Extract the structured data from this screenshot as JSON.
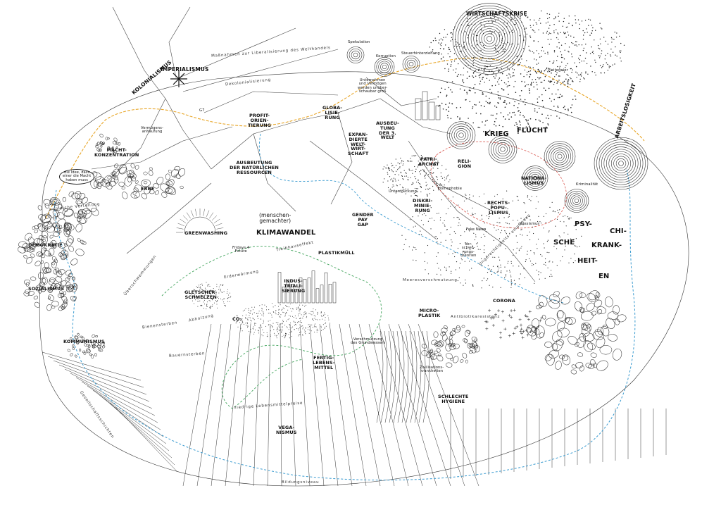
{
  "labels": {
    "wirtschaftskrise": "WIRTSCHAFTSKRISE",
    "imperialismus": "IMPERIALISMUS",
    "kolonialismus": "KOLONIALISMUS",
    "massnahmen": "Maßnahmen zur Liberalisierung des Welthandels",
    "dekolonialisierung": "Dekolonialisierung",
    "g7": "G7",
    "vermoegensanhaeufung": "Vermögens-\nanhäufung",
    "machtkonzentration": "MACHT-\nKONZENTRATION",
    "idee_macht": "die Idee, dass\neiner die Macht\nhaben muss",
    "erbe": "ERBE",
    "profitorientierung": "PROFIT-\nORIEN-\nTIERUNG",
    "globalisierung": "GLOBA-\nLISIE-\nRUNG",
    "spekulation": "Spekulation",
    "korruption": "Korruption",
    "steuerhinterziehung": "Steuerhinterziehung",
    "unternehmen": "Unternehmen\nund Vermögen\nwerden unüber-\nschaubar groß",
    "pleitegeier": "Pleitegeier",
    "ausbeutung_ressourcen": "AUSBEUTUNG\nDER NATÜRLICHEN\nRESSOURCEN",
    "expandierte_wirtschaft": "EXPAN-\nDIERTE\nWELT-\nWIRT-\nSCHAFT",
    "ausbeutung_welt": "AUSBEU-\nTUNG\nDER 3.\nWELT",
    "krieg": "KRIEG",
    "flucht": "FLUCHT",
    "arbeitslosigkeit": "ARBEITSLOSIGKEIT",
    "patriarchat": "PATRI-\nARCHAT",
    "religion": "RELI-\nGION",
    "unterdrueckung": "Unterdrückung",
    "homophobie": "Homophobie",
    "nationalismus": "NATIONA-\nLISMUS",
    "kriminalitaet": "Kriminalität",
    "diskriminierung": "DISKRI-\nMINIE-\nRUNG",
    "rechtspopulismus": "RECHTS-\nPOPU-\nLISMUS",
    "rassismus": "Rassismus",
    "demokratie": "DEMOKRATIE",
    "sozialismus": "SOZIALISMUS",
    "kommunismus": "KOMMUNISMUS",
    "greenwashing": "GREENWASHING",
    "menschengemacht": "(menschen-\ngemachter)",
    "klimawandel": "KLIMAWANDEL",
    "fridays": "Fridays 4\nFuture",
    "treibhauseffekt": "Treibhauseffekt",
    "gender_pay_gap": "GENDER\nPAY\nGAP",
    "plastikmuell": "PLASTIKMÜLL",
    "fake_news": "Fake News",
    "verschwoerung": "Ver-\nschwö-\nrungs-\ntheorien",
    "ungerechtigkeit": "Ungerechtigkeits-\nempfinden",
    "psychische": "PSY-",
    "chi": "CHI-",
    "sche": "SCHE",
    "krank": "KRANK-",
    "heit": "HEIT-",
    "en": "EN",
    "gletscher": "GLETSCHER-\nSCHMELZEN",
    "industrialisierung": "INDUS-\nTRIALI-\nSIERUNG",
    "meeresverschmutzung": "Meeresverschmutzung",
    "mikroplastik": "MICRO-\nPLASTIK",
    "corona": "CORONA",
    "antibiotika": "Antibiotikaresistenz",
    "co2": "CO₂",
    "bienensterben": "Bienensterben",
    "abholzung": "Abholzung",
    "ueberschwemmungen": "Überschwemmungen",
    "erderwaermung": "Erderwärmung",
    "bauernsterben": "Bauernsterben",
    "fertiglebensmittel": "FERTIG-\nLEBENS-\nMITTEL",
    "verschmutzung_grundwasser": "Verschmutzung\ndes Grundwassers",
    "zivilisation_krankheiten": "Zivilisations-\nkrankheiten",
    "schlechte_hygiene": "SCHLECHTE\nHYGIENE",
    "niedrige_lebensmittelpreise": "niedrige Lebensmittelpreise",
    "veganismus": "VEGA-\nNISMUS",
    "bildungsniveau": "Bildungsniveau",
    "gesellschaft": "Gesellschaftsschichten",
    "ungleiche_verteilung": "ungleiche Verteilung"
  },
  "colors": {
    "ink": "#222222",
    "orange_path": "#e8a525",
    "blue_path": "#3a9bd0",
    "green_path": "#3fa35a",
    "red_path": "#d9574f"
  }
}
